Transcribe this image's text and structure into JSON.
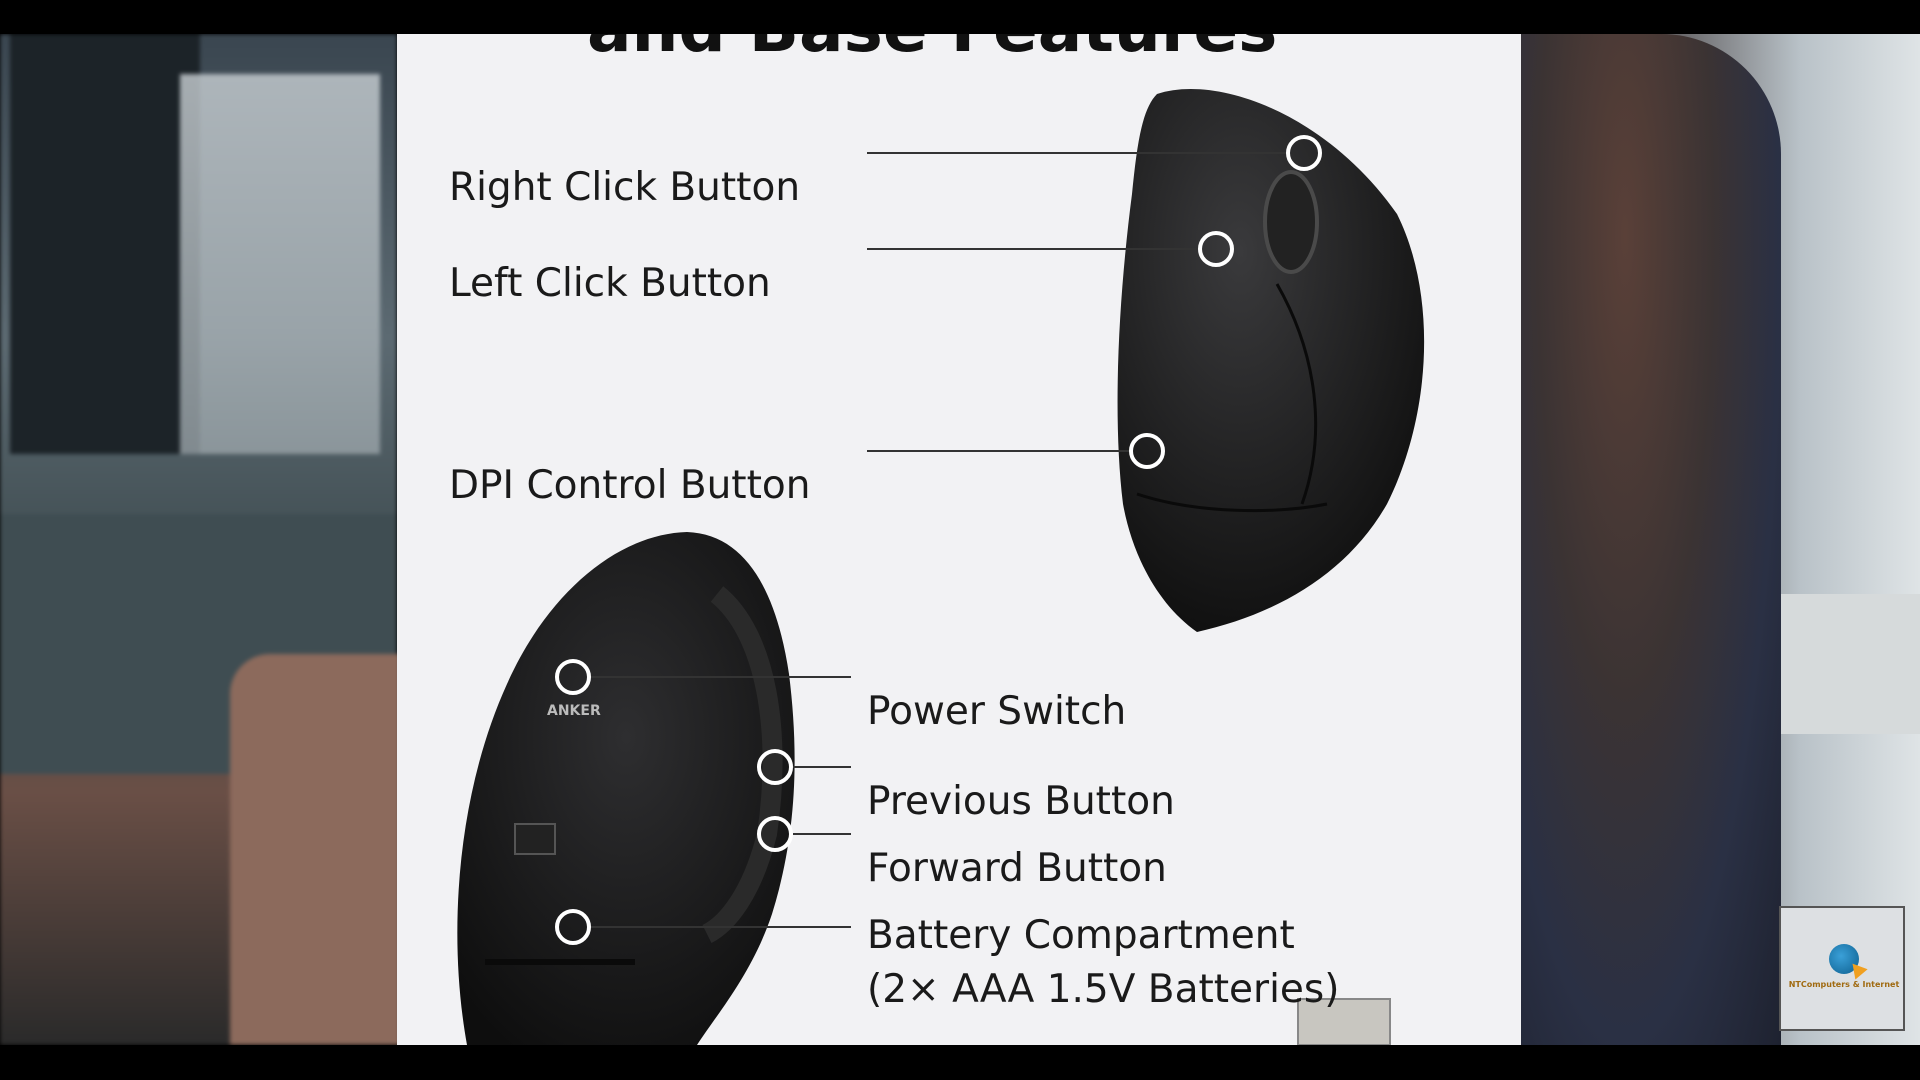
{
  "title_partial": "and Base Features",
  "labels": {
    "right_click": "Right Click Button",
    "left_click": "Left Click Button",
    "dpi": "DPI Control Button",
    "power": "Power Switch",
    "previous": "Previous Button",
    "forward": "Forward Button",
    "battery_line1": "Battery Compartment",
    "battery_line2": "(2× AAA 1.5V Batteries)"
  },
  "mouse_brand": "ANKER",
  "logo": {
    "text": "NTComputers & Internet",
    "icon": "globe-cursor-icon"
  }
}
